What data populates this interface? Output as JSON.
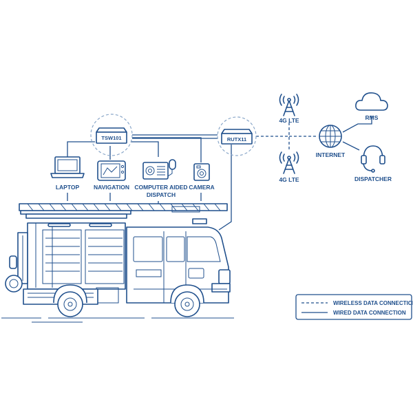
{
  "diagram": {
    "colors": {
      "ink": "#1f4f8c",
      "muted": "#8aa7c9",
      "background": "#ffffff"
    },
    "devices": {
      "switch": {
        "tag": "TSW101",
        "icon": "switch-icon"
      },
      "router": {
        "tag": "RUTX11",
        "icon": "router-icon"
      }
    },
    "nodes": {
      "laptop": {
        "label": "LAPTOP",
        "icon": "laptop-icon"
      },
      "navigation": {
        "label": "NAVIGATION",
        "icon": "navigation-icon"
      },
      "cad": {
        "label_line1": "COMPUTER AIDED",
        "label_line2": "DISPATCH",
        "icon": "radio-icon"
      },
      "camera": {
        "label": "CAMERA",
        "icon": "camera-icon"
      },
      "lte_top": {
        "label": "4G LTE",
        "icon": "cell-tower-icon"
      },
      "lte_bottom": {
        "label": "4G LTE",
        "icon": "cell-tower-icon"
      },
      "internet": {
        "label": "INTERNET",
        "icon": "globe-icon"
      },
      "rms": {
        "label": "RMS",
        "icon": "cloud-icon"
      },
      "dispatcher": {
        "label": "DISPATCHER",
        "icon": "headset-icon"
      }
    },
    "vehicle": {
      "icon": "fire-truck-icon"
    },
    "legend": {
      "wireless": "WIRELESS DATA CONNECTION",
      "wired": "WIRED DATA CONNECTION"
    }
  }
}
